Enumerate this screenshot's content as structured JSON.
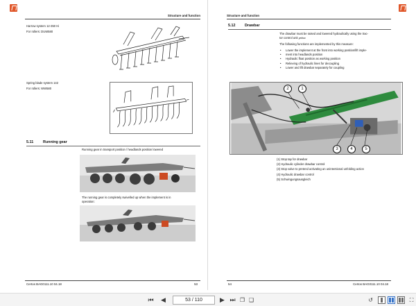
{
  "left_page": {
    "header": "Structure and function",
    "harrow_text": "Harrow system 12-350 Hi",
    "harrow_rollers": "For rollers: DUW580",
    "spring_text": "Spring blade system  142",
    "spring_rollers": "For rollers: WW580",
    "section_number": "5.11",
    "section_title": "Running gear",
    "caption_1": "Running gear in transport position / headlands position lowered",
    "caption_2a": "The running gear is completely swivelled up when the implement is in",
    "caption_2b": "operation:",
    "footer_left": "Certos  BAG0111.10  04.18",
    "footer_page": "53"
  },
  "right_page": {
    "header": "Structure and function",
    "section_number": "5.12",
    "section_title": "Drawbar",
    "intro_1": "The drawbar must be raised and lowered hydraulically using the trac-",
    "intro_2": "tor control unit",
    "intro_color": "yellow",
    "intro_3": "The following functions are implemented by this measure:",
    "bullets": [
      "Lower the implement at the front into working position/lift imple-",
      "ment into headlands position",
      "Hydraulic float position as working position",
      "Relieving of hydraulic lines for decoupling",
      "Lower and lift drawbar separately for coupling"
    ],
    "callouts": [
      "1",
      "2",
      "3",
      "4",
      "5"
    ],
    "legend": [
      "(1)  Stop tap for drawbar",
      "(2)  Hydraulic cylinder drawbar control",
      "(3)  Stop valve to pretend activating an unintentional unfolding action",
      "(4)  Hydraulic drawbar control",
      "(5)  Schwingungsausgleich"
    ],
    "footer_page": "54",
    "footer_right": "Certos  BAG0111.10  04.18"
  },
  "toolbar": {
    "page_indicator": "53 / 110"
  },
  "colors": {
    "brand": "#e0572a",
    "drawbar_green": "#2e8b3e",
    "view_active": "#3572c7"
  }
}
